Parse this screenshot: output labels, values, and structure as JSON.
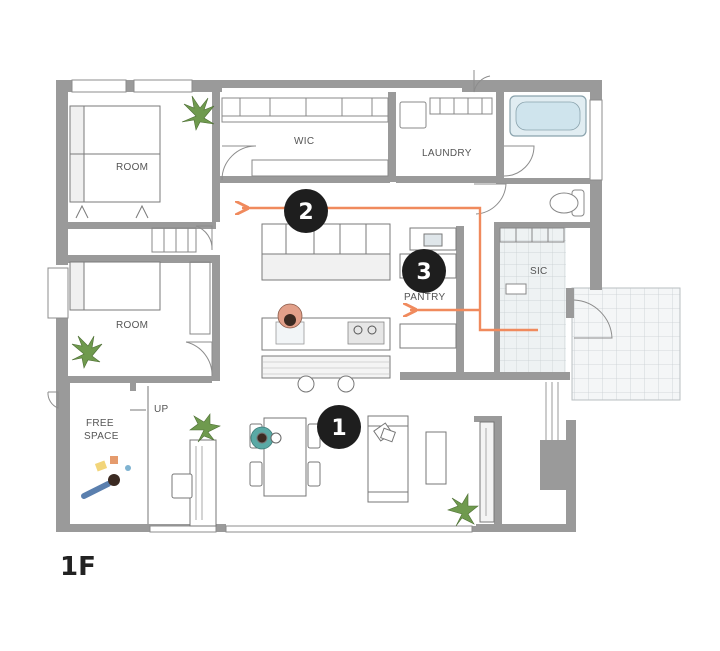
{
  "floor_label": "1F",
  "rooms": {
    "room_top": "ROOM",
    "room_middle": "ROOM",
    "wic": "WIC",
    "laundry": "LAUNDRY",
    "sic": "SIC",
    "pantry": "PANTRY",
    "free_space_line1": "FREE",
    "free_space_line2": "SPACE",
    "stairs_up": "UP"
  },
  "markers": [
    {
      "id": "1",
      "label": "1"
    },
    {
      "id": "2",
      "label": "2"
    },
    {
      "id": "3",
      "label": "3"
    }
  ],
  "colors": {
    "wall": "#9a9a9a",
    "route": "#f08a5d",
    "badge": "#1e1e1e",
    "plant": "#6f9a4e",
    "tile": "#e9eef0"
  }
}
